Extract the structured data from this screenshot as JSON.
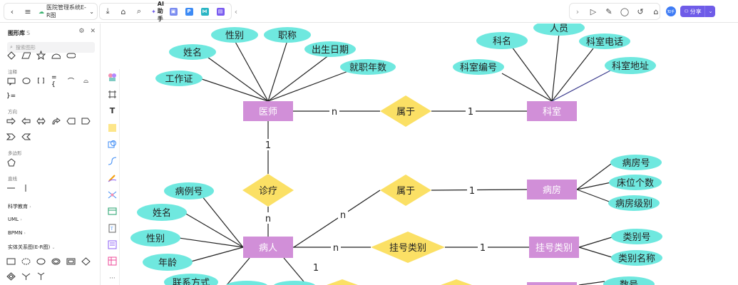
{
  "toolbar": {
    "doc_title": "医院管理系统E-R图",
    "ai_label": "AI助手",
    "share_label": "分享",
    "avatar_text": "知乎"
  },
  "library": {
    "title": "图形库",
    "title_badge": "S",
    "search_placeholder": "搜索图形",
    "sections": {
      "notes": "注释",
      "arrows": "方向",
      "polygons": "多边形",
      "lines": "直线",
      "science": "科学教育",
      "uml": "UML",
      "bpmn": "BPMN",
      "er": "实体关系图(E-R图)"
    }
  },
  "diagram": {
    "entities": {
      "doctor": "医师",
      "department": "科室",
      "patient": "病人",
      "ward": "病房",
      "reg_type": "挂号类别"
    },
    "relations": {
      "belongs_doc_dept": "属于",
      "treat": "诊疗",
      "belongs_pat_ward": "属于",
      "reg_category": "挂号类别"
    },
    "attributes": {
      "doc_gender": "性别",
      "doc_title": "职称",
      "doc_name": "姓名",
      "doc_birth": "出生日期",
      "doc_work_year": "就职年数",
      "doc_id": "工作证",
      "dept_name": "科名",
      "dept_staff": "人员",
      "dept_phone": "科室电话",
      "dept_id": "科室编号",
      "dept_addr": "科室地址",
      "ward_no": "病房号",
      "ward_beds": "床位个数",
      "ward_level": "病房级别",
      "pat_case": "病例号",
      "pat_name": "姓名",
      "pat_gender": "性别",
      "pat_age": "年龄",
      "pat_contact": "联系方式",
      "reg_no": "类别号",
      "reg_name": "类别名称",
      "partial_num": "数号"
    },
    "cardinalities": {
      "doc_n": "n",
      "dept_1": "1",
      "doc_1": "1",
      "pat_n": "n",
      "pat_ward_n": "n",
      "ward_1": "1",
      "pat_reg_n": "n",
      "reg_1": "1",
      "pat_low_1": "1"
    },
    "colors": {
      "entity": "#d18fd8",
      "relation": "#fbe065",
      "attribute": "#6fe8df",
      "line": "#222222",
      "accent_line": "#3a3a8c"
    }
  }
}
